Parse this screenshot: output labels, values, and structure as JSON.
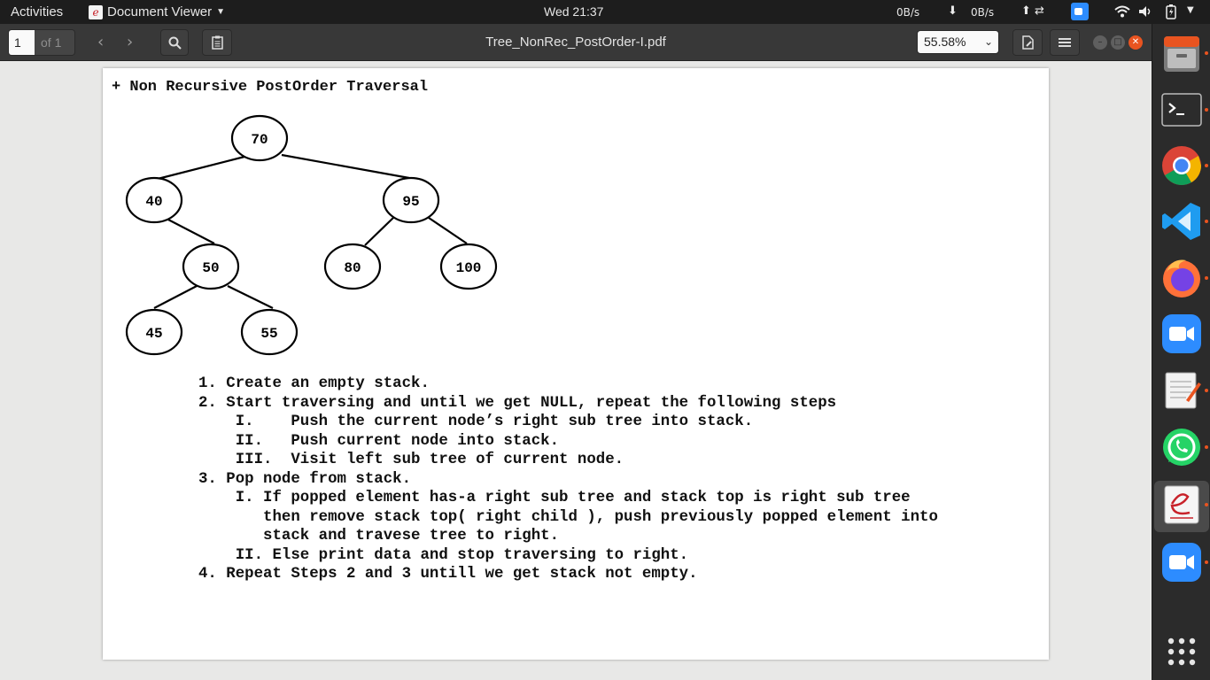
{
  "topbar": {
    "activities": "Activities",
    "app_name": "Document Viewer",
    "clock": "Wed 21:37",
    "net_up": "0B/s",
    "net_down": "0B/s"
  },
  "toolbar": {
    "page_number": "1",
    "page_of": "of 1",
    "doc_title": "Tree_NonRec_PostOrder-I.pdf",
    "zoom": "55.58%"
  },
  "document": {
    "heading": "+ Non Recursive PostOrder Traversal",
    "tree": {
      "nodes": [
        "70",
        "40",
        "95",
        "50",
        "80",
        "100",
        "45",
        "55"
      ],
      "edges": [
        [
          "70",
          "40"
        ],
        [
          "70",
          "95"
        ],
        [
          "40",
          "50"
        ],
        [
          "95",
          "80"
        ],
        [
          "95",
          "100"
        ],
        [
          "50",
          "45"
        ],
        [
          "50",
          "55"
        ]
      ]
    },
    "steps": [
      "1. Create an empty stack.",
      "2. Start traversing and until we get NULL, repeat the following steps",
      "    I.    Push the current node’s right sub tree into stack.",
      "    II.   Push current node into stack.",
      "    III.  Visit left sub tree of current node.",
      "3. Pop node from stack.",
      "    I. If popped element has-a right sub tree and stack top is right sub tree",
      "       then remove stack top( right child ), push previously popped element into",
      "       stack and travese tree to right.",
      "    II. Else print data and stop traversing to right.",
      "4. Repeat Steps 2 and 3 untill we get stack not empty."
    ]
  },
  "dock": {
    "apps": [
      "files-app",
      "terminal-app",
      "chrome-app",
      "vscode-app",
      "firefox-app",
      "zoom-app",
      "text-editor-app",
      "whatsapp-app",
      "document-viewer-app",
      "zoom-app-2",
      "show-applications"
    ]
  },
  "colors": {
    "accent": "#e95420",
    "topbar": "#1d1d1d",
    "headerbar": "#383838",
    "dock": "#2b2b2b"
  }
}
